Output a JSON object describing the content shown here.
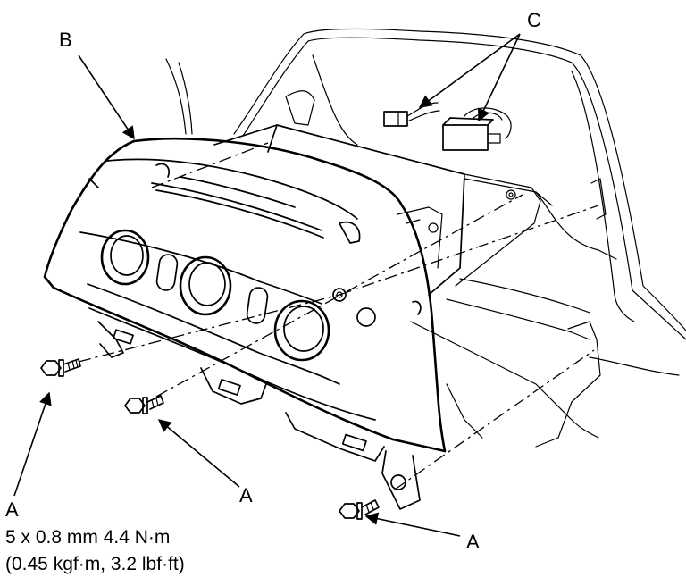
{
  "callouts": {
    "a": "A",
    "b": "B",
    "c": "C"
  },
  "spec": {
    "label": "A",
    "line1": "5 x 0.8 mm 4.4 N·m",
    "line2": "(0.45 kgf·m, 3.2 lbf·ft)"
  },
  "colors": {
    "ink": "#000000",
    "paper": "#ffffff"
  }
}
